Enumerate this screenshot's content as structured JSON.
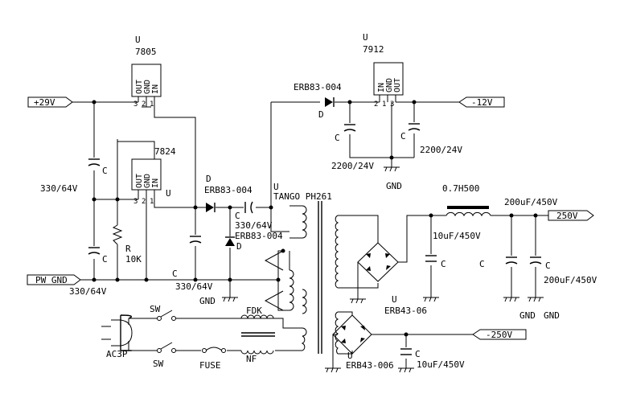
{
  "nets": {
    "p29": "+29V",
    "pwgnd": "PW_GND",
    "m12": "-12V",
    "p250": "250V",
    "m250": "-250V"
  },
  "regulators": {
    "r7805": {
      "ref": "U",
      "part": "7805",
      "pins": [
        "OUT",
        "GND",
        "IN"
      ]
    },
    "r7824": {
      "ref": "U",
      "part": "7824",
      "pins": [
        "OUT",
        "GND",
        "IN"
      ]
    },
    "r7912": {
      "ref": "U",
      "part": "7912",
      "pins": [
        "IN",
        "GND",
        "OUT"
      ]
    }
  },
  "pin_numbers": {
    "n3": "3",
    "n2": "2",
    "n1": "1"
  },
  "labels": {
    "c_ref": "C",
    "u_ref": "U",
    "d_ref": "D",
    "r_ref": "R",
    "gnd": "GND",
    "c330": "330/64V",
    "c2200": "2200/24V",
    "r10k": "10K",
    "d_erb83": "ERB83-004",
    "transformer": "TANGO PH261",
    "choke": "0.7H500",
    "c200": "200uF/450V",
    "c10": "10uF/450V",
    "bridge1": "ERB43-06",
    "bridge2": "ERB43-006",
    "fdk": "FDK",
    "nf": "NF",
    "sw": "SW",
    "fuse": "FUSE",
    "ac3p": "AC3P"
  }
}
